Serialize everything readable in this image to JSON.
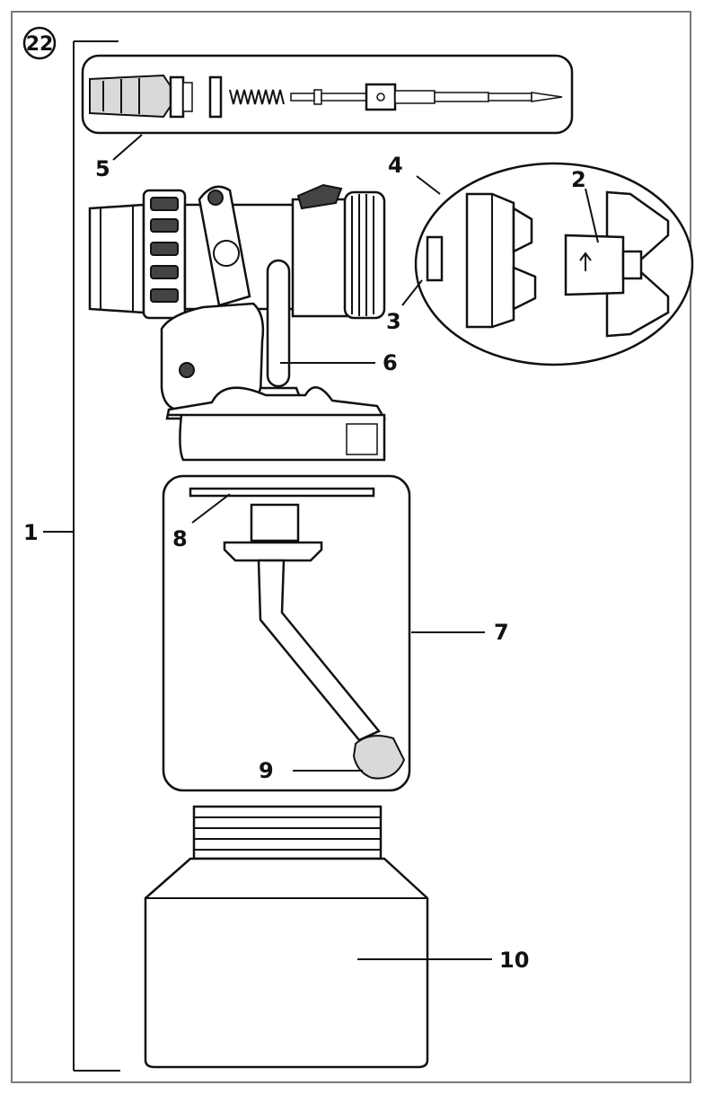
{
  "figure": {
    "number": "22"
  },
  "callouts": {
    "c1": "1",
    "c2": "2",
    "c3": "3",
    "c4": "4",
    "c5": "5",
    "c6": "6",
    "c7": "7",
    "c8": "8",
    "c9": "9",
    "c10": "10"
  }
}
